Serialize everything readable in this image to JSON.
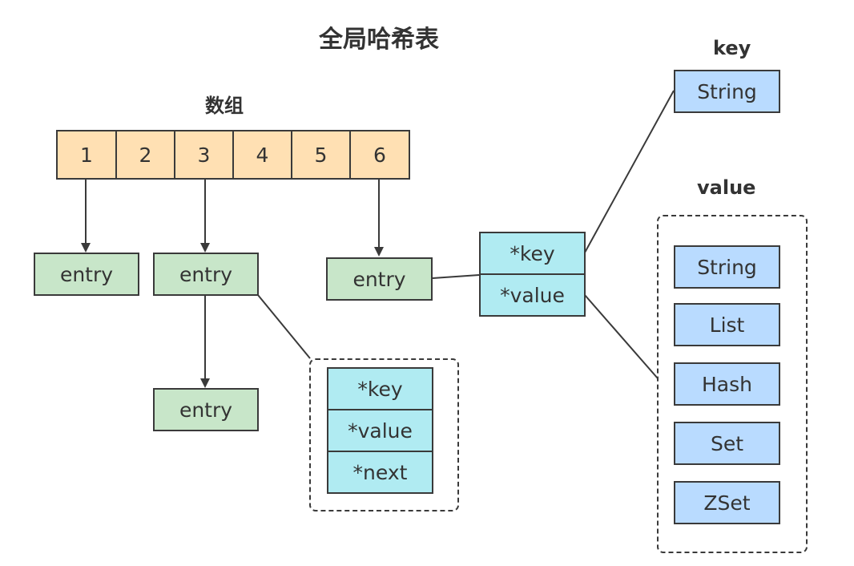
{
  "title": "全局哈希表",
  "array": {
    "label": "数组",
    "cells": [
      "1",
      "2",
      "3",
      "4",
      "5",
      "6"
    ]
  },
  "entries": [
    "entry",
    "entry",
    "entry",
    "entry"
  ],
  "entry_struct": {
    "fields": [
      "*key",
      "*value",
      "*next"
    ]
  },
  "kv_pointer": {
    "fields": [
      "*key",
      "*value"
    ]
  },
  "key_section": {
    "label": "key",
    "type": "String"
  },
  "value_section": {
    "label": "value",
    "types": [
      "String",
      "List",
      "Hash",
      "Set",
      "ZSet"
    ]
  },
  "colors": {
    "array_cell": "#ffe0b3",
    "entry": "#c8e6c9",
    "pointer_field": "#b0ebf2",
    "type_box": "#b9dbff",
    "stroke": "#3a3a3a"
  }
}
